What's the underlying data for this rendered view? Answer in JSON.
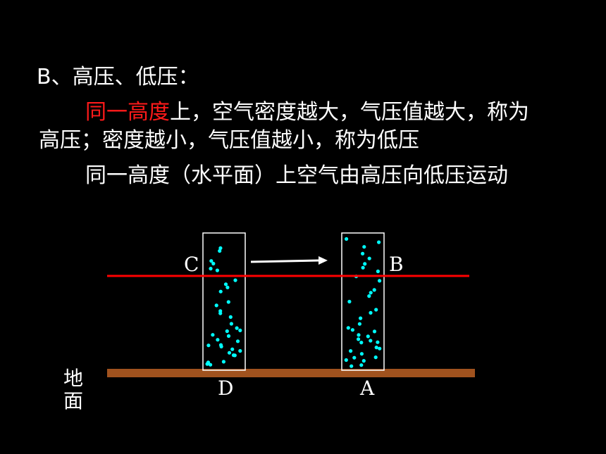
{
  "heading": "B、高压、低压：",
  "para1": {
    "highlight": "同一高度",
    "rest_line1": "上，空气密度越大，气压值越大，称为",
    "line2": "高压；密度越小，气压值越小，称为低压"
  },
  "para2": "同一高度（水平面）上空气由高压向低压运动",
  "diagram": {
    "label_c": "C",
    "label_b": "B",
    "label_d": "D",
    "label_a": "A",
    "ground_label": [
      "地",
      "面"
    ]
  },
  "colors": {
    "background": "#000000",
    "text": "#ffffff",
    "highlight": "#ff1a1a",
    "isobar_line": "#ff0000",
    "ground": "#a0521e",
    "particles": "#00ffff",
    "column_border": "#ffffff"
  }
}
